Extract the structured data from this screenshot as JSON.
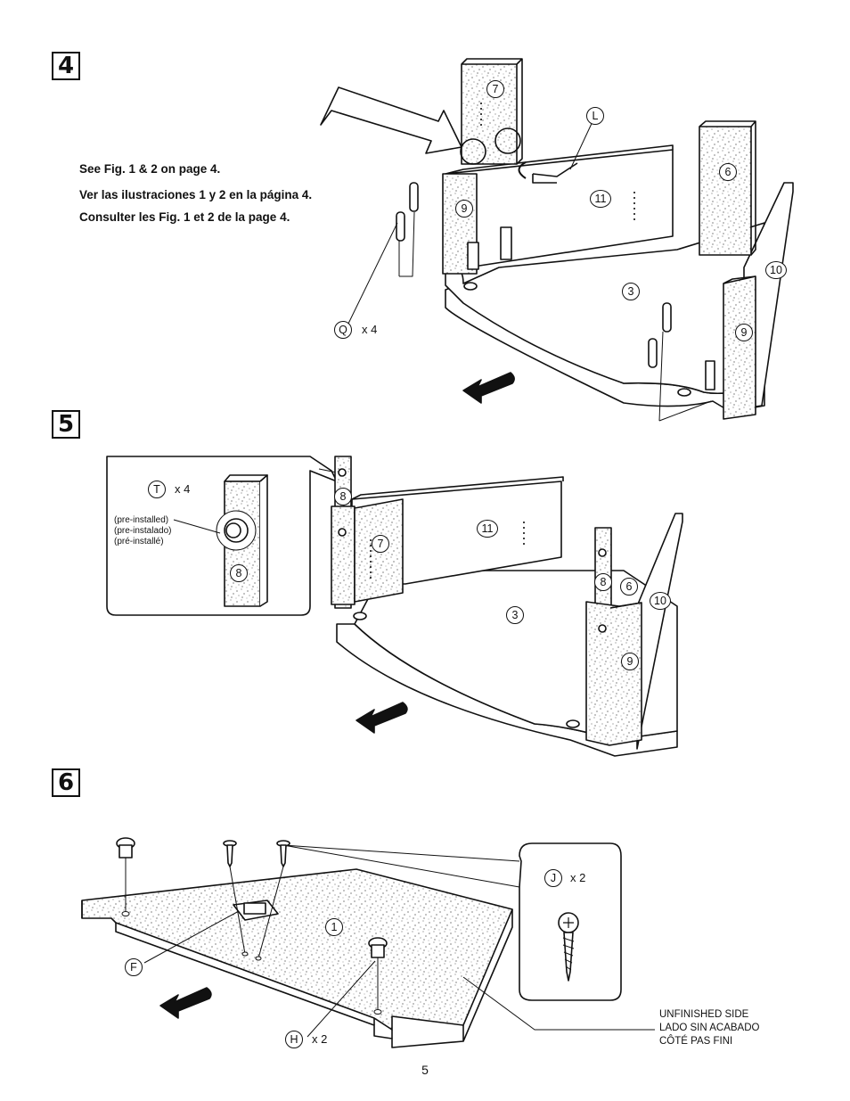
{
  "steps": [
    {
      "number": "4",
      "notes": [
        "See Fig. 1 & 2 on page 4.",
        "Ver las ilustraciones 1 y 2 en la página 4.",
        "Consulter les Fig. 1 et 2 de la page 4."
      ]
    },
    {
      "number": "5",
      "preinstalled": [
        "(pre-installed)",
        "(pre-instalado)",
        "(pré-installé)"
      ]
    },
    {
      "number": "6",
      "unfinished_side": [
        "UNFINISHED SIDE",
        "LADO SIN ACABADO",
        "CÔTÉ PAS FINI"
      ]
    }
  ],
  "parts": {
    "p1": "1",
    "p3": "3",
    "p6": "6",
    "p7": "7",
    "p8": "8",
    "p9": "9",
    "p10": "10",
    "p11": "11",
    "L": "L",
    "Q": "Q",
    "T": "T",
    "J": "J",
    "F": "F",
    "H": "H"
  },
  "quantities": {
    "Q": "x 4",
    "T": "x 4",
    "J": "x 2",
    "H": "x 2"
  },
  "page_number": "5"
}
